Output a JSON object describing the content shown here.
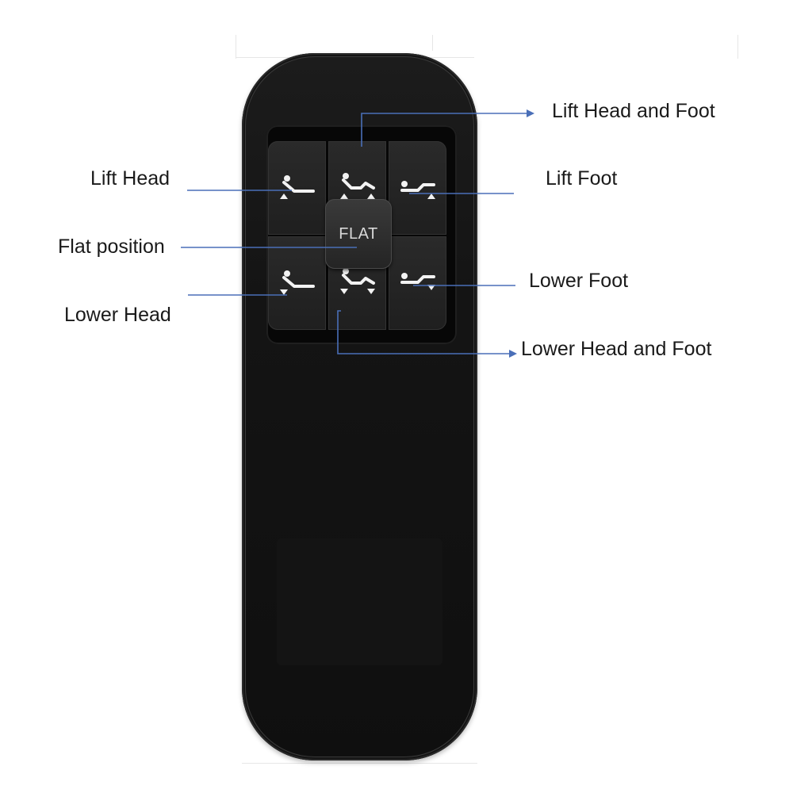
{
  "remote": {
    "flat_label": "FLAT"
  },
  "labels": {
    "lift_head_and_foot": "Lift Head and Foot",
    "lift_head": "Lift Head",
    "lift_foot": "Lift Foot",
    "flat_position": "Flat position",
    "lower_foot": "Lower Foot",
    "lower_head": "Lower Head",
    "lower_head_and_foot": "Lower Head and Foot"
  },
  "colors": {
    "callout_line": "#4a6fb8",
    "label_text": "#1a1a1a",
    "remote_body": "#141414",
    "icon_white": "#f2f2f2"
  },
  "icons": {
    "lift_head": "bed-lift-head-icon",
    "lift_head_and_foot": "bed-lift-head-foot-icon",
    "lift_foot": "bed-lift-foot-icon",
    "lower_head": "bed-lower-head-icon",
    "lower_head_and_foot": "bed-lower-head-foot-icon",
    "lower_foot": "bed-lower-foot-icon"
  }
}
